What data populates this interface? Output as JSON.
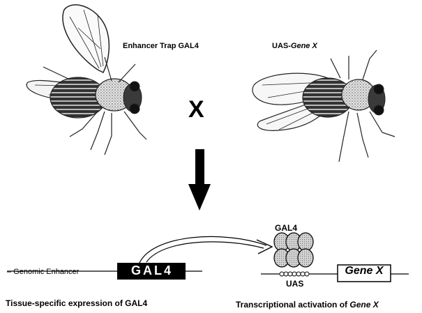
{
  "parents": {
    "left_label": "Enhancer Trap GAL4",
    "right_prefix": "UAS-",
    "right_gene": "Gene X",
    "cross_symbol": "X"
  },
  "construct": {
    "enhancer_label": "– Genomic Enhancer",
    "gal4_box": "GAL4",
    "gal4_protein": "GAL4",
    "uas_label": "UAS",
    "gene_box": "Gene X"
  },
  "captions": {
    "left": "Tissue-specific expression of GAL4",
    "right_prefix": "Transcriptional activation of ",
    "right_gene": "Gene X"
  },
  "colors": {
    "ink": "#000000",
    "protein_fill": "#c8c8c8",
    "paper": "#ffffff"
  }
}
